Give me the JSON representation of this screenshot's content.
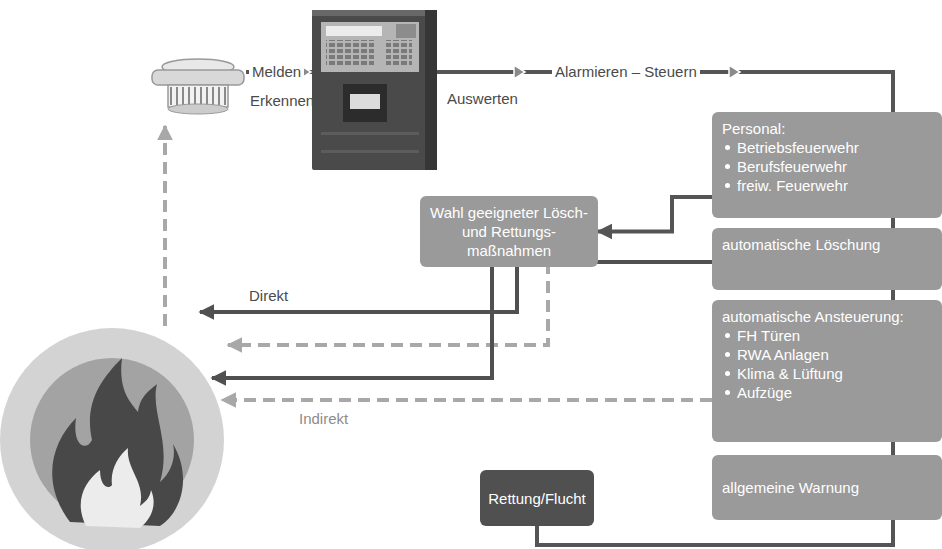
{
  "diagram": {
    "nodes": [
      {
        "text": [
          "Erkennen"
        ]
      },
      {
        "text": [
          "Auswerten"
        ]
      },
      {
        "text": [
          "Personal:",
          "Betriebsfeuerwehr",
          "Berufsfeuerwehr",
          "freiw. Feuerwehr"
        ]
      },
      {
        "text": [
          "Wahl geeigneter Lösch- und Rettungs- maßnahmen"
        ]
      },
      {
        "text": [
          "automatische Löschung"
        ]
      },
      {
        "text": [
          "automatische Ansteuerung:",
          "FH Türen",
          "RWA Anlagen",
          "Klima & Lüftung",
          "Aufzüge"
        ]
      },
      {
        "text": [
          "Rettung/Flucht"
        ]
      },
      {
        "text": [
          "allgemeine Warnung"
        ]
      }
    ],
    "edges": [
      {
        "from": 0,
        "to": 1,
        "label": "Melden",
        "arrow": "to"
      },
      {
        "from": 1,
        "to": 2,
        "label": "Alarmieren – Steuern",
        "arrow": "to"
      },
      {
        "from": 1,
        "to": 4,
        "arrow": "to"
      },
      {
        "from": 1,
        "to": 5,
        "arrow": "to"
      },
      {
        "from": 1,
        "to": 7,
        "arrow": "to"
      },
      {
        "from": 1,
        "to": 6,
        "arrow": "to"
      },
      {
        "from": 2,
        "to": 3,
        "arrow": "to"
      }
    ],
    "labels": [
      "Direkt",
      "Indirekt"
    ]
  }
}
